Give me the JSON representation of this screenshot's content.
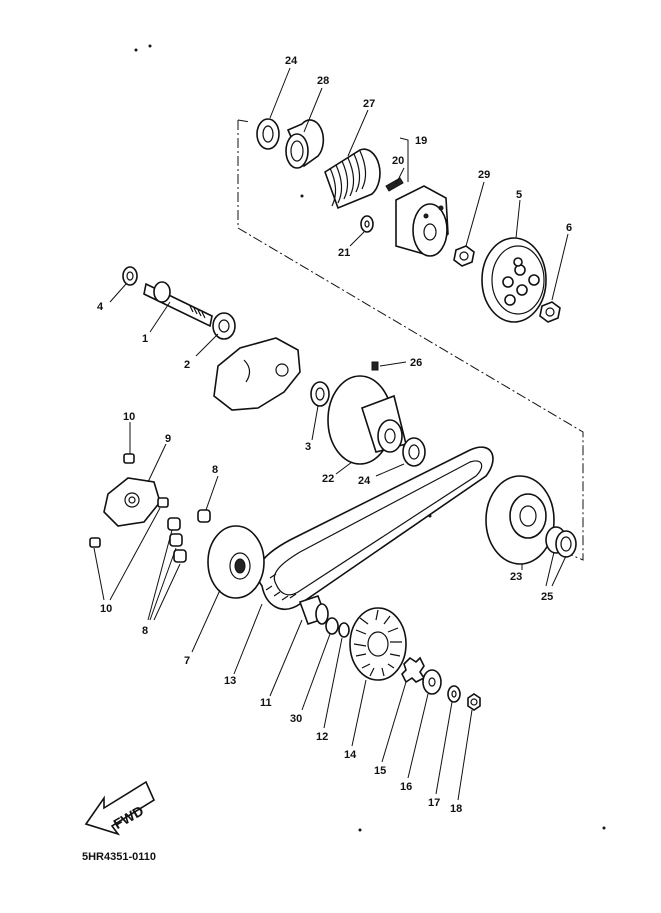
{
  "diagram": {
    "callouts": [
      "1",
      "2",
      "3",
      "4",
      "5",
      "6",
      "7",
      "8",
      "9",
      "10",
      "11",
      "12",
      "13",
      "14",
      "15",
      "16",
      "17",
      "18",
      "19",
      "20",
      "21",
      "22",
      "23",
      "24",
      "25",
      "26",
      "27",
      "28",
      "29",
      "30"
    ],
    "label_8_repeat": "8",
    "label_10_repeat": "10",
    "label_24_repeat": "24",
    "fwd_label": "FWD",
    "drawing_code": "5HR4351-0110"
  }
}
